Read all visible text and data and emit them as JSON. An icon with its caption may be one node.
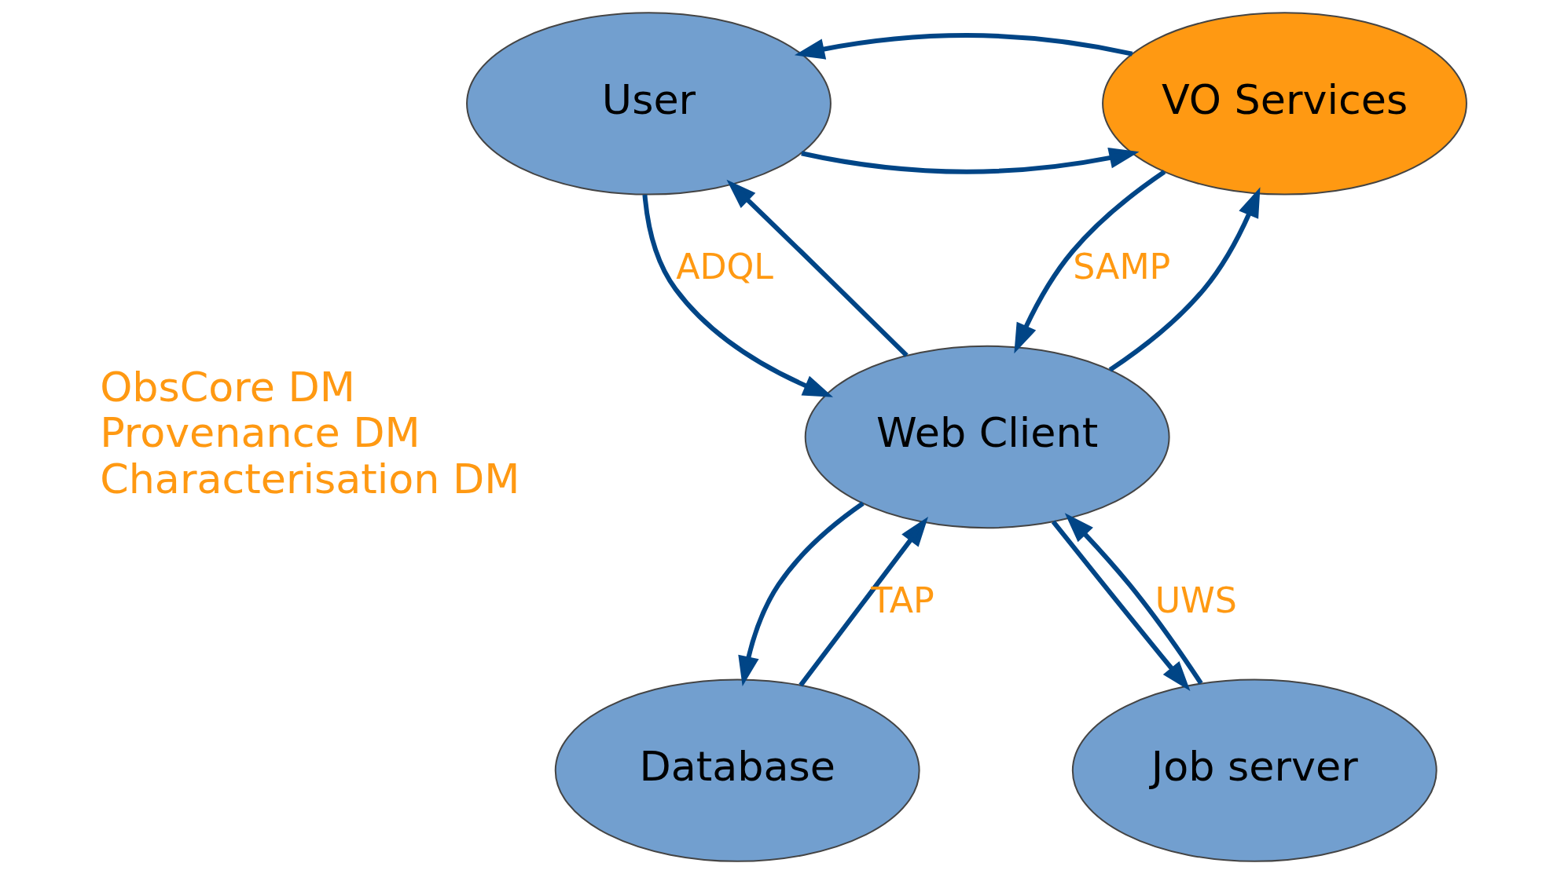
{
  "diagram": {
    "nodes": [
      {
        "text": [
          "User"
        ]
      },
      {
        "text": [
          "VO Services"
        ]
      },
      {
        "text": [
          "Web Client"
        ]
      },
      {
        "text": [
          "Database"
        ]
      },
      {
        "text": [
          "Job server"
        ]
      }
    ],
    "edges": [
      {
        "from": 0,
        "to": 1,
        "arrow": "to"
      },
      {
        "from": 1,
        "to": 0,
        "arrow": "to"
      },
      {
        "from": 0,
        "to": 2,
        "arrow": "to",
        "label": "ADQL"
      },
      {
        "from": 2,
        "to": 0,
        "arrow": "to"
      },
      {
        "from": 2,
        "to": 1,
        "arrow": "to"
      },
      {
        "from": 1,
        "to": 2,
        "arrow": "to",
        "label": "SAMP"
      },
      {
        "from": 2,
        "to": 3,
        "arrow": "to"
      },
      {
        "from": 3,
        "to": 2,
        "arrow": "to",
        "label": "TAP"
      },
      {
        "from": 2,
        "to": 4,
        "arrow": "to"
      },
      {
        "from": 4,
        "to": 2,
        "arrow": "to",
        "label": "UWS"
      }
    ],
    "labels": [
      "ObsCore DM",
      "Provenance DM",
      "Characterisation DM"
    ]
  }
}
